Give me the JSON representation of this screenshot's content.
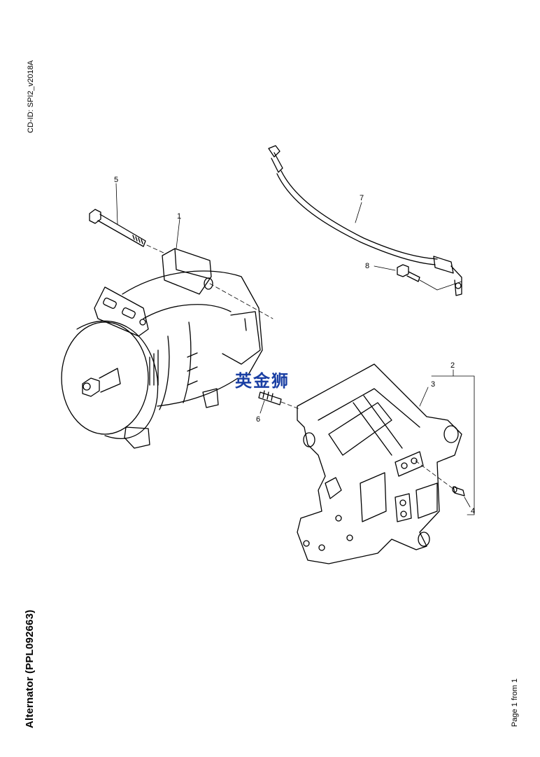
{
  "header": {
    "cd_id": "CD-ID: SPI2_v2018A"
  },
  "document": {
    "title": "Alternator (PPL092663)",
    "page_label": "Page 1 from 1"
  },
  "callouts": {
    "c1": "1",
    "c2": "2",
    "c3": "3",
    "c4": "4",
    "c5": "5",
    "c6": "6",
    "c7": "7",
    "c8": "8"
  },
  "watermark": {
    "text": "英金狮"
  }
}
